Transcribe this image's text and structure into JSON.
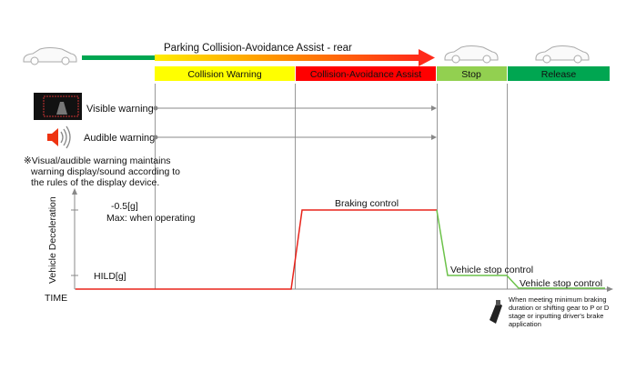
{
  "title": "Parking Collision-Avoidance Assist - rear",
  "phases": [
    {
      "label": "Collision Warning",
      "color": "#ffff00"
    },
    {
      "label": "Collision-Avoidance Assist",
      "color": "#ff0000"
    },
    {
      "label": "Stop",
      "color": "#92d050"
    },
    {
      "label": "Release",
      "color": "#00a651"
    }
  ],
  "warnings": {
    "visible": "Visible warning",
    "audible": "Audible warning"
  },
  "note": [
    "※Visual/audible warning maintains",
    "warning display/sound according to",
    "the rules of the display device."
  ],
  "axis": {
    "y_label": "Vehicle Deceleration",
    "x_label": "TIME",
    "tick_high": "-0.5[g]",
    "tick_high_sub": "Max: when operating",
    "tick_low": "HILD[g]"
  },
  "curve_labels": {
    "braking": "Braking control",
    "stop1": "Vehicle stop control",
    "stop2": "Vehicle stop control"
  },
  "release_note": [
    "When meeting minimum braking",
    "duration or shifting gear to P or D",
    "stage or inputting driver's brake",
    "application"
  ]
}
